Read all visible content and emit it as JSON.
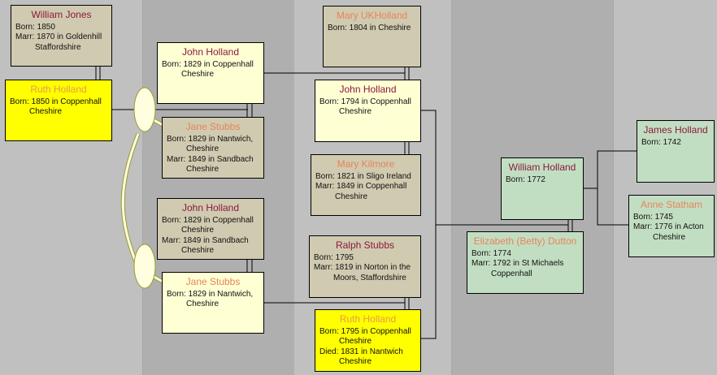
{
  "people": {
    "william_jones": {
      "name": "William Jones",
      "lines": [
        "Born: 1850",
        "Marr: 1870 in Goldenhill"
      ],
      "cont": [
        "Staffordshire"
      ]
    },
    "ruth_holland_1850": {
      "name": "Ruth Holland",
      "lines": [
        "Born: 1850 in Coppenhall"
      ],
      "cont": [
        "Cheshire"
      ]
    },
    "john_holland_1829_a": {
      "name": "John Holland",
      "lines": [
        "Born: 1829 in Coppenhall"
      ],
      "cont": [
        "Cheshire"
      ]
    },
    "jane_stubbs_a": {
      "name": "Jane Stubbs",
      "l1": "Born: 1829 in Nantwich,",
      "c1": "Cheshire",
      "l2": "Marr: 1849 in Sandbach",
      "c2": "Cheshire"
    },
    "john_holland_1829_b": {
      "name": "John Holland",
      "l1": "Born: 1829 in Coppenhall",
      "c1": "Cheshire",
      "l2": "Marr: 1849 in Sandbach",
      "c2": "Cheshire"
    },
    "jane_stubbs_b": {
      "name": "Jane Stubbs",
      "l1": "Born: 1829 in Nantwich,",
      "c1": "Cheshire"
    },
    "mary_ukholland": {
      "name": "Mary UKHolland",
      "l1": "Born: 1804 in Cheshire"
    },
    "john_holland_1794": {
      "name": "John Holland",
      "l1": "Born: 1794 in Coppenhall",
      "c1": "Cheshire"
    },
    "mary_kilmore": {
      "name": "Mary Kilmore",
      "l1": "Born: 1821 in Sligo Ireland",
      "l2": "Marr: 1849 in Coppenhall",
      "c2": "Cheshire"
    },
    "ralph_stubbs": {
      "name": "Ralph Stubbs",
      "l1": "Born: 1795",
      "l2": "Marr: 1819 in Norton in the",
      "c2": "Moors, Staffordshire"
    },
    "ruth_holland_1795": {
      "name": "Ruth Holland",
      "l1": "Born: 1795 in Coppenhall",
      "c1": "Cheshire",
      "l2": "Died: 1831 in Nantwich",
      "c2": "Cheshire"
    },
    "william_holland": {
      "name": "William Holland",
      "l1": "Born: 1772"
    },
    "elizabeth_dutton": {
      "name": "Elizabeth (Betty) Dutton",
      "l1": "Born: 1774",
      "l2": "Marr: 1792 in St Michaels",
      "c2": "Coppenhall"
    },
    "james_holland": {
      "name": "James Holland",
      "l1": "Born: 1742"
    },
    "anne_statham": {
      "name": "Anne Statham",
      "l1": "Born: 1745",
      "l2": "Marr: 1776 in Acton",
      "c2": "Cheshire"
    }
  },
  "colors": {
    "male_name": "#8b1a3c",
    "female_name": "#e8845a",
    "tan_box": "#d0cab0",
    "cream_box": "#ffffd4",
    "highlight_box": "#ffff00",
    "green_box": "#c2dec2"
  }
}
